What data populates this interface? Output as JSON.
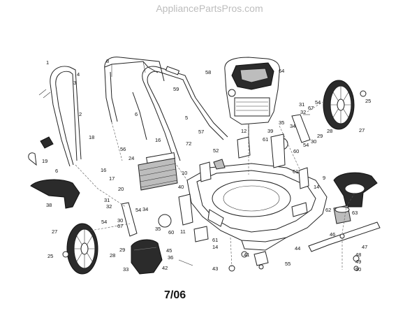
{
  "watermark": "AppliancePartsPros.com",
  "date_code": "7/06",
  "callouts": {
    "c1": "1",
    "c2": "2",
    "c3": "3",
    "c4": "4",
    "c5": "5",
    "c6a": "6",
    "c6b": "6",
    "c8": "8",
    "c10": "10",
    "c11": "11",
    "c12": "12",
    "c14a": "14",
    "c14b": "14",
    "c16a": "16",
    "c16b": "16",
    "c17": "17",
    "c18": "18",
    "c19": "19",
    "c20": "20",
    "c24": "24",
    "c25a": "25",
    "c25b": "25",
    "c27a": "27",
    "c27b": "27",
    "c28a": "28",
    "c28b": "28",
    "c29a": "29",
    "c29b": "29",
    "c30a": "30",
    "c30b": "30",
    "c31a": "31",
    "c31b": "31",
    "c32a": "32",
    "c32b": "32",
    "c33": "33",
    "c34a": "34",
    "c34b": "34",
    "c35a": "35",
    "c35b": "35",
    "c36": "36",
    "c38": "38",
    "c39": "39",
    "c40": "40",
    "c41": "41",
    "c42": "42",
    "c43": "43",
    "c44": "44",
    "c45": "45",
    "c46": "46",
    "c47": "47",
    "c48": "48",
    "c49": "49",
    "c50": "50",
    "c52": "52",
    "c54a": "54",
    "c54b": "54",
    "c54c": "54",
    "c54d": "54",
    "c55": "55",
    "c56": "56",
    "c57": "57",
    "c58": "58",
    "c59": "59",
    "c60a": "60",
    "c60b": "60",
    "c61a": "61",
    "c61b": "61",
    "c61c": "61",
    "c62": "62",
    "c63": "63",
    "c64": "64",
    "c67a": "67",
    "c67b": "67",
    "c72": "72",
    "c9": "9"
  }
}
